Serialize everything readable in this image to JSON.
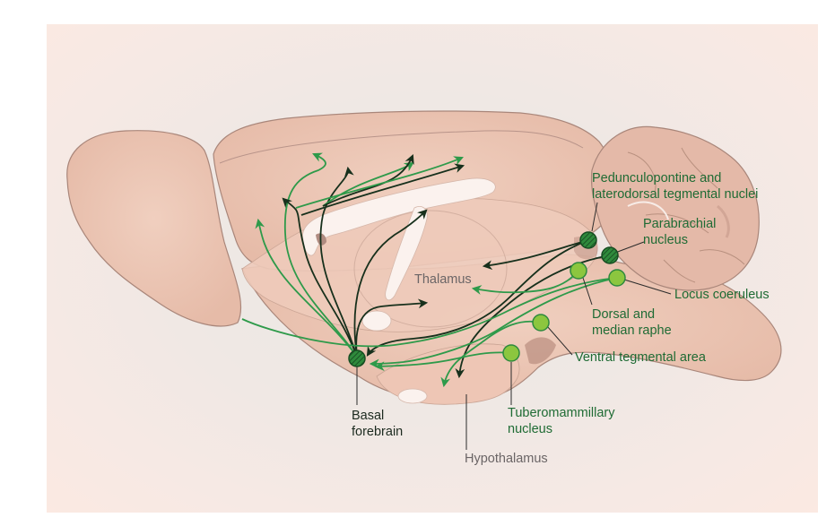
{
  "title": "Arousal-promoting nuclei and their projections (sagittal rodent brain)",
  "colors": {
    "cholinergic_node": "#2f8a3c",
    "monoaminergic_node": "#8cc63f",
    "green_pathway": "#2e9a4a",
    "dark_pathway": "#17301c",
    "brain_tissue": "#edc7b5",
    "brain_outline": "#a9867a",
    "ventricle": "#fbf2ee",
    "background": "#f1e8e4"
  },
  "regions": {
    "thalamus": "Thalamus",
    "hypothalamus": "Hypothalamus"
  },
  "nuclei": [
    {
      "id": "ppt-ldt",
      "lines": [
        "Pedunculopontine and",
        "laterodorsal tegmental nuclei"
      ],
      "type": "cholinergic",
      "style": "hatched-dark-green"
    },
    {
      "id": "parabrachial",
      "lines": [
        "Parabrachial",
        "nucleus"
      ],
      "type": "cholinergic",
      "style": "hatched-dark-green"
    },
    {
      "id": "locus-coeruleus",
      "lines": [
        "Locus coeruleus"
      ],
      "type": "monoaminergic",
      "style": "solid-light-green"
    },
    {
      "id": "raphe",
      "lines": [
        "Dorsal and",
        "median raphe"
      ],
      "type": "monoaminergic",
      "style": "solid-light-green"
    },
    {
      "id": "vta",
      "lines": [
        "Ventral tegmental area"
      ],
      "type": "monoaminergic",
      "style": "solid-light-green"
    },
    {
      "id": "tmn",
      "lines": [
        "Tuberomammillary",
        "nucleus"
      ],
      "type": "monoaminergic",
      "style": "solid-light-green"
    },
    {
      "id": "basal-forebrain",
      "lines": [
        "Basal",
        "forebrain"
      ],
      "type": "cholinergic",
      "style": "hatched-dark-green"
    }
  ]
}
